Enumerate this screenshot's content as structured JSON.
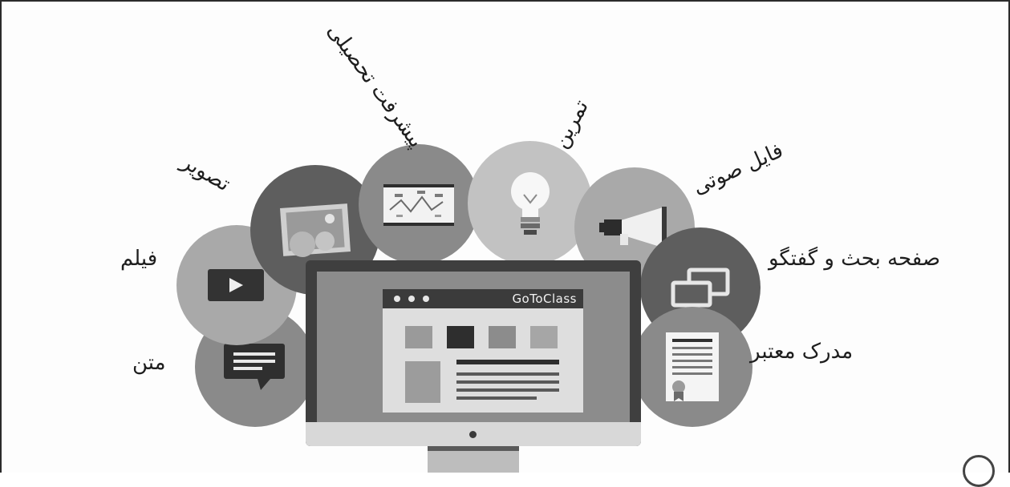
{
  "labels": {
    "academic_progress": "پیشرفت تحصیلی",
    "exercise": "تمرین",
    "image": "تصویر",
    "audio_file": "فایل صوتی",
    "film": "فیلم",
    "discussion_page": "صفحه بحث و گفتگو",
    "text": "متن",
    "valid_certificate": "مدرک معتبر"
  },
  "window": {
    "brand": "GoToClass"
  },
  "icons": {
    "image": "picture-icon",
    "academic_progress": "chart-board-icon",
    "exercise": "lightbulb-icon",
    "audio_file": "megaphone-icon",
    "film": "video-play-icon",
    "discussion_page": "chat-windows-icon",
    "text": "speech-bubble-icon",
    "valid_certificate": "certificate-icon"
  },
  "colors": {
    "dark": "#5e5e5e",
    "mid": "#8a8a8a",
    "light": "#a9a9a9",
    "pale": "#c2c2c2"
  }
}
